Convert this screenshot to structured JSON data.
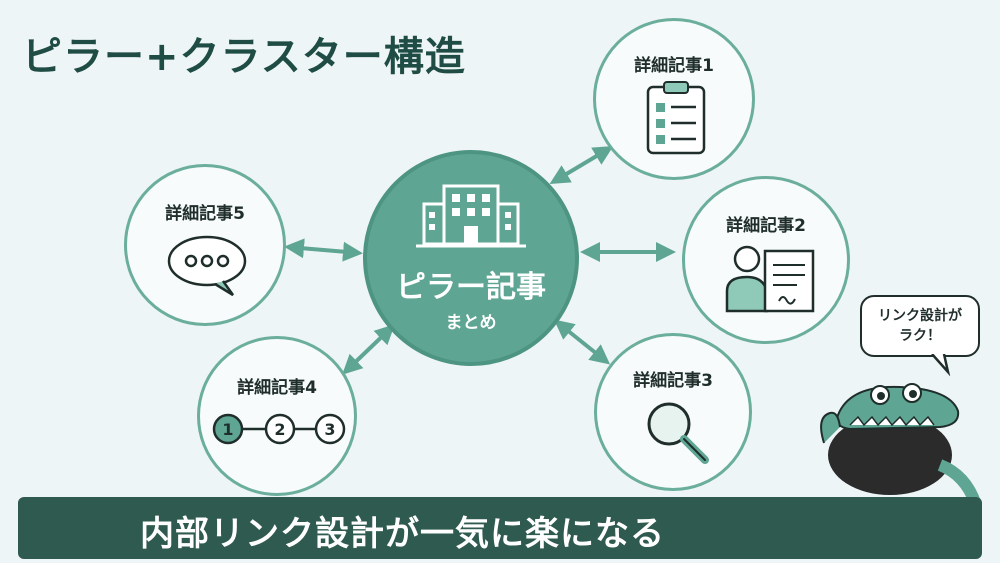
{
  "title": "ピラー+クラスター構造",
  "center": {
    "label": "ピラー記事",
    "sub": "まとめ"
  },
  "nodes": {
    "n1": {
      "label": "詳細記事1",
      "icon": "checklist-icon"
    },
    "n2": {
      "label": "詳細記事2",
      "icon": "document-signing-icon"
    },
    "n3": {
      "label": "詳細記事3",
      "icon": "magnifier-icon"
    },
    "n4": {
      "label": "詳細記事4",
      "icon": "steps-icon",
      "steps": [
        "1",
        "2",
        "3"
      ]
    },
    "n5": {
      "label": "詳細記事5",
      "icon": "chat-bubble-icon"
    }
  },
  "bubble": {
    "line1": "リンク設計が",
    "line2": "ラク！"
  },
  "banner": "内部リンク設計が一気に楽になる",
  "colors": {
    "primary": "#5fa593",
    "dark": "#2e5a4f",
    "ring": "#6aae9b",
    "bg": "#eef5f6"
  }
}
